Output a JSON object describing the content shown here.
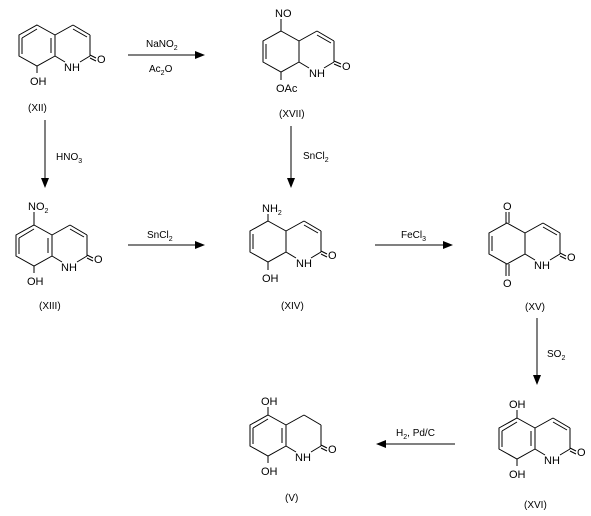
{
  "compounds": {
    "XII": {
      "label": "(XII)",
      "oh": "OH",
      "nh": "NH",
      "o": "O"
    },
    "XVII": {
      "label": "(XVII)",
      "no": "NO",
      "oac": "OAc",
      "nh": "NH",
      "o": "O"
    },
    "XIII": {
      "label": "(XIII)",
      "no2_main": "NO",
      "no2_sub": "2",
      "oh": "OH",
      "nh": "NH",
      "o": "O"
    },
    "XIV": {
      "label": "(XIV)",
      "nh2_main": "NH",
      "nh2_sub": "2",
      "oh": "OH",
      "nh": "NH",
      "o": "O"
    },
    "XV": {
      "label": "(XV)",
      "o_top": "O",
      "o_bot": "O",
      "nh": "NH",
      "o": "O"
    },
    "XVI": {
      "label": "(XVI)",
      "oh_top": "OH",
      "oh_bot": "OH",
      "nh": "NH",
      "o": "O"
    },
    "V": {
      "label": "(V)",
      "oh_top": "OH",
      "oh_bot": "OH",
      "nh": "NH",
      "o": "O"
    }
  },
  "reagents": {
    "r1_top_main": "NaNO",
    "r1_top_sub": "2",
    "r1_bot_main": "Ac",
    "r1_bot_sub": "2",
    "r1_bot_end": "O",
    "r2_main": "HNO",
    "r2_sub": "3",
    "r3_main": "SnCl",
    "r3_sub": "2",
    "r4_main": "SnCl",
    "r4_sub": "2",
    "r5_main": "FeCl",
    "r5_sub": "3",
    "r6_main": "SO",
    "r6_sub": "2",
    "r7_a": "H",
    "r7_a_sub": "2",
    "r7_b": ", Pd/C"
  }
}
